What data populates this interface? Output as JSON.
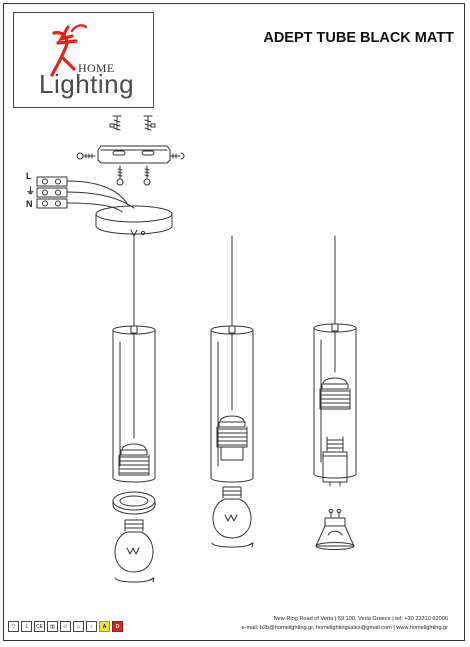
{
  "logo": {
    "word_top": "HOME",
    "word_bottom": "Lighting",
    "brand_color": "#e2231a"
  },
  "title": "ADEPT TUBE BLACK MATT",
  "wiring": {
    "live": "L",
    "earth_symbol": "⏚",
    "neutral": "N"
  },
  "footer": {
    "address": "New Ring Road of Veria | 59 100, Veria Greece | tel: +30 23310 62006",
    "contact": "e-mail: b2b@homelighting.gr, homelightingsales@gmail.com | www.homelighting.gr"
  },
  "certifications": [
    "▽",
    "⏚",
    "CE",
    "▥",
    "♲",
    "⌂",
    "♀",
    "A",
    "D"
  ],
  "colors": {
    "energy_a": "#e9e43a",
    "energy_d": "#e2231a"
  }
}
